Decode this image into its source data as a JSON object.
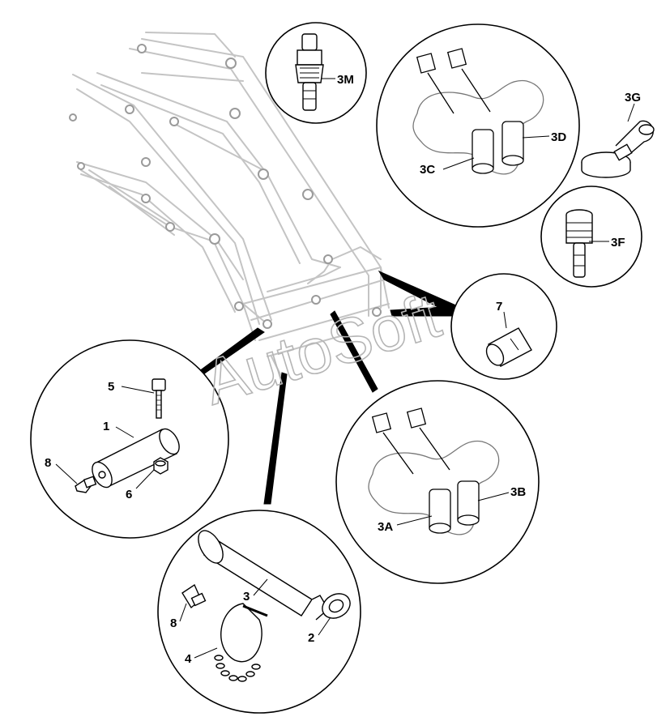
{
  "watermark": "AutoSoft",
  "callouts": {
    "c_3M": "3M",
    "c_3C": "3C",
    "c_3D": "3D",
    "c_3G": "3G",
    "c_3F": "3F",
    "c_7": "7",
    "c_5": "5",
    "c_1": "1",
    "c_8a": "8",
    "c_6": "6",
    "c_3A": "3A",
    "c_3B": "3B",
    "c_3": "3",
    "c_8b": "8",
    "c_2": "2",
    "c_4": "4"
  }
}
